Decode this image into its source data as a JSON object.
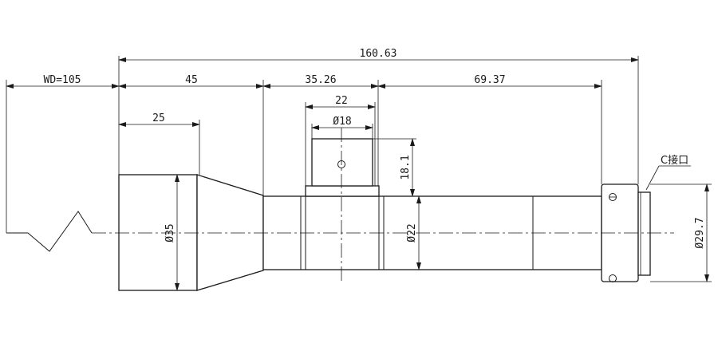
{
  "dimensions": {
    "total_length": "160.63",
    "working_distance": "WD=105",
    "front_section": "45",
    "front_barrel": "25",
    "middle_section": "35.26",
    "rear_section": "69.37",
    "block_width": "22",
    "block_diameter": "Ø18",
    "block_height": "18.1",
    "front_diameter": "Ø35",
    "barrel_diameter": "Ø22",
    "mount_diameter": "Ø29.7"
  },
  "labels": {
    "mount_label": "C接口"
  }
}
